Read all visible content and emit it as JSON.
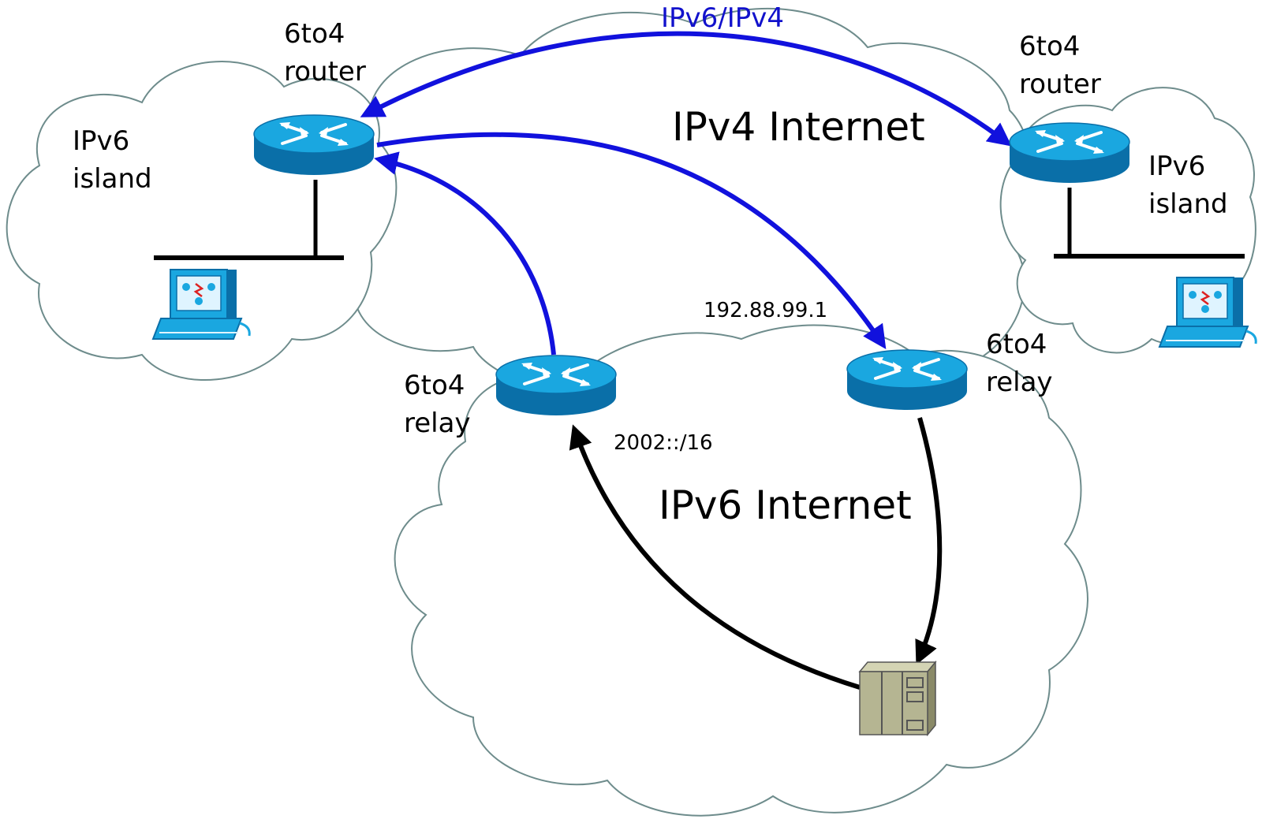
{
  "labels": {
    "tunnel_protocol": "IPv6/IPv4",
    "ipv4_internet": "IPv4 Internet",
    "ipv6_internet": "IPv6 Internet",
    "left_island_line1": "IPv6",
    "left_island_line2": "island",
    "right_island_line1": "IPv6",
    "right_island_line2": "island",
    "left_router_line1": "6to4",
    "left_router_line2": "router",
    "right_router_line1": "6to4",
    "right_router_line2": "router",
    "left_relay_line1": "6to4",
    "left_relay_line2": "relay",
    "right_relay_line1": "6to4",
    "right_relay_line2": "relay",
    "relay_ipv4_address": "192.88.99.1",
    "relay_ipv6_prefix": "2002::/16"
  },
  "colors": {
    "tunnel_arrow": "#1111dd",
    "ipv6_arrow": "#000000",
    "router_top": "#1aa7e0",
    "router_side": "#0a6fa8",
    "cloud_outline": "#6e8c8c",
    "server_body": "#b5b592"
  },
  "icons": {
    "router": "router-icon",
    "workstation": "workstation-icon",
    "server": "server-icon",
    "cloud": "cloud-icon"
  }
}
